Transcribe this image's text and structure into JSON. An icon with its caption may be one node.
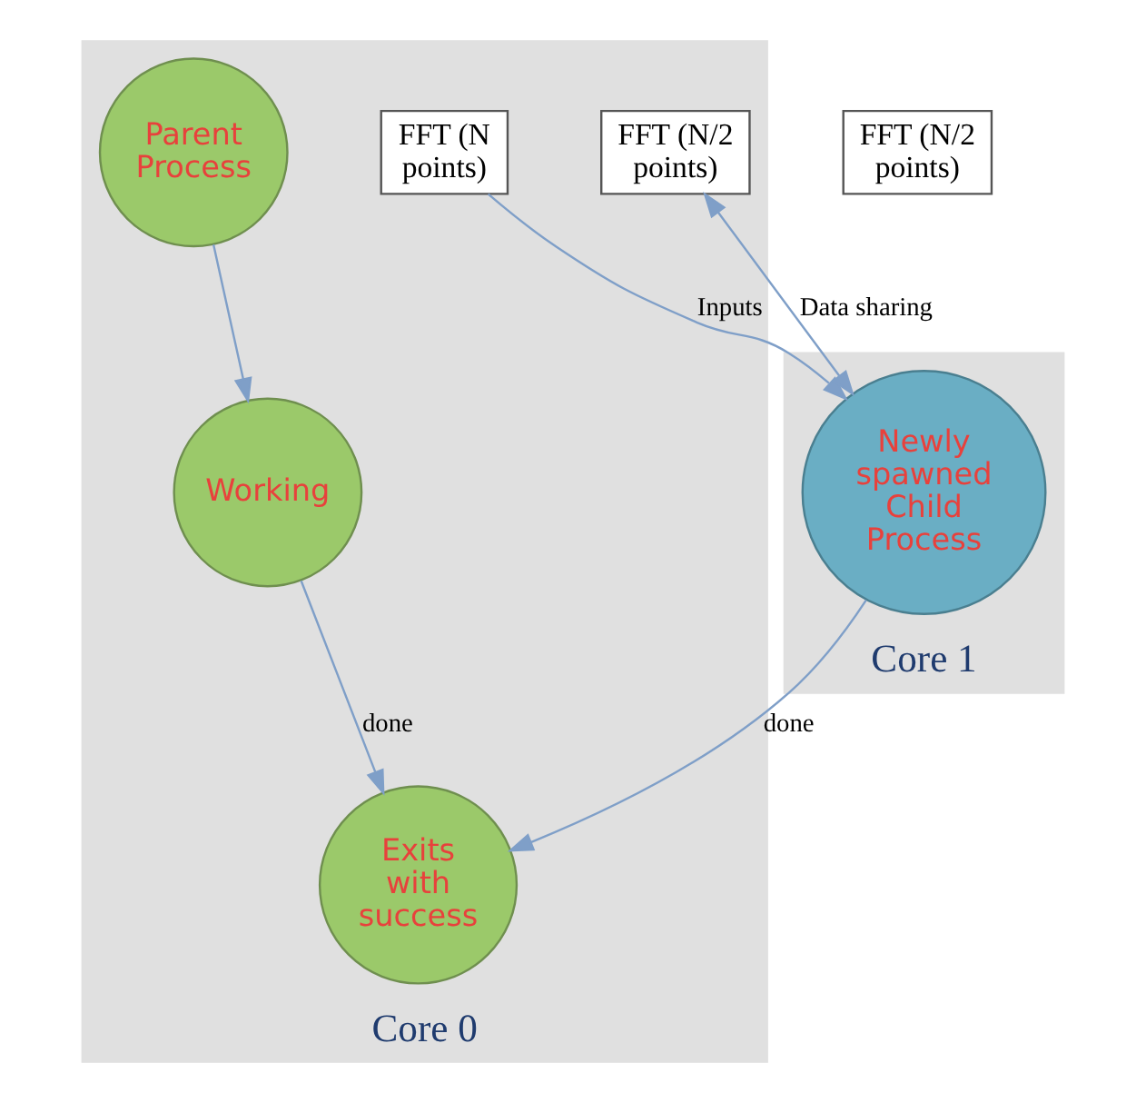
{
  "diagram": {
    "nodes": [
      {
        "text": [
          "Core 0"
        ]
      },
      {
        "text": [
          "Parent Process"
        ],
        "in": 0
      },
      {
        "text": [
          "FFT (N points)"
        ],
        "in": 0
      },
      {
        "text": [
          "Working"
        ],
        "in": 0
      },
      {
        "text": [
          "FFT (N/2 points)"
        ],
        "in": 0
      },
      {
        "text": [
          "Exits with success"
        ],
        "in": 0
      },
      {
        "text": [
          "Core 1"
        ]
      },
      {
        "text": [
          "FFT (N/2 points)"
        ]
      },
      {
        "text": [
          "Newly spawned Child Process"
        ],
        "in": 6
      }
    ],
    "edges": [
      {
        "from": 1,
        "to": 3,
        "arrow": "to"
      },
      {
        "from": 2,
        "to": 8,
        "arrow": "to",
        "label": "Inputs"
      },
      {
        "from": 4,
        "to": 8,
        "arrow": "both",
        "label": "Data sharing"
      },
      {
        "from": 3,
        "to": 5,
        "arrow": "to",
        "label": "done"
      },
      {
        "from": 8,
        "to": 5,
        "arrow": "to",
        "label": "done"
      }
    ]
  }
}
